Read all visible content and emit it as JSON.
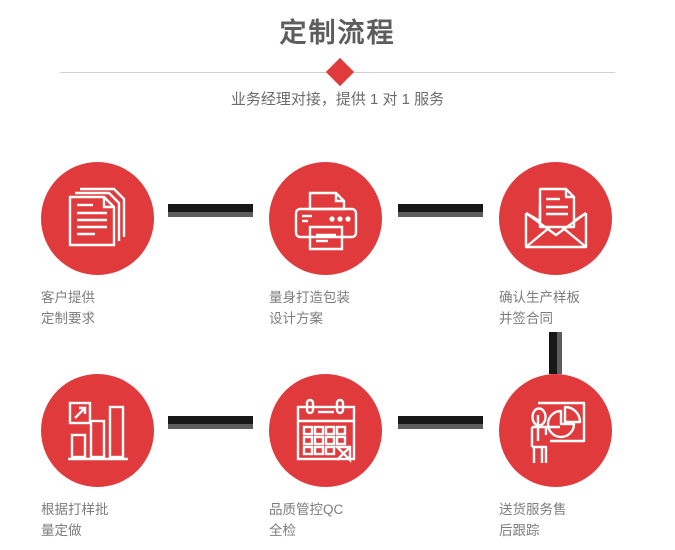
{
  "header": {
    "title": "定制流程",
    "subtitle": "业务经理对接，提供 1 对 1 服务",
    "accent_color": "#e03a3c",
    "title_color": "#5d5d5d",
    "divider_color": "#d0d0d0"
  },
  "flow": {
    "connector_dark_color": "#171717",
    "connector_shadow_color": "#5d5d5d",
    "circle_color": "#e03a3c",
    "label_color": "#7d7d7d",
    "steps": [
      {
        "index": "1",
        "icon": "documents-stack-icon",
        "label_line1": "客户提供",
        "label_line2": "定制要求"
      },
      {
        "index": "2",
        "icon": "printer-icon",
        "label_line1": "量身打造包装",
        "label_line2": "设计方案"
      },
      {
        "index": "3",
        "icon": "envelope-document-icon",
        "label_line1": "确认生产样板",
        "label_line2": "并签合同"
      },
      {
        "index": "4",
        "icon": "bar-chart-growth-icon",
        "label_line1": "根据打样批",
        "label_line2": "量定做"
      },
      {
        "index": "5",
        "icon": "calendar-check-icon",
        "label_line1": "品质管控QC",
        "label_line2": "全检"
      },
      {
        "index": "6",
        "icon": "presentation-pie-chart-icon",
        "label_line1": "送货服务售",
        "label_line2": "后跟踪"
      }
    ]
  }
}
